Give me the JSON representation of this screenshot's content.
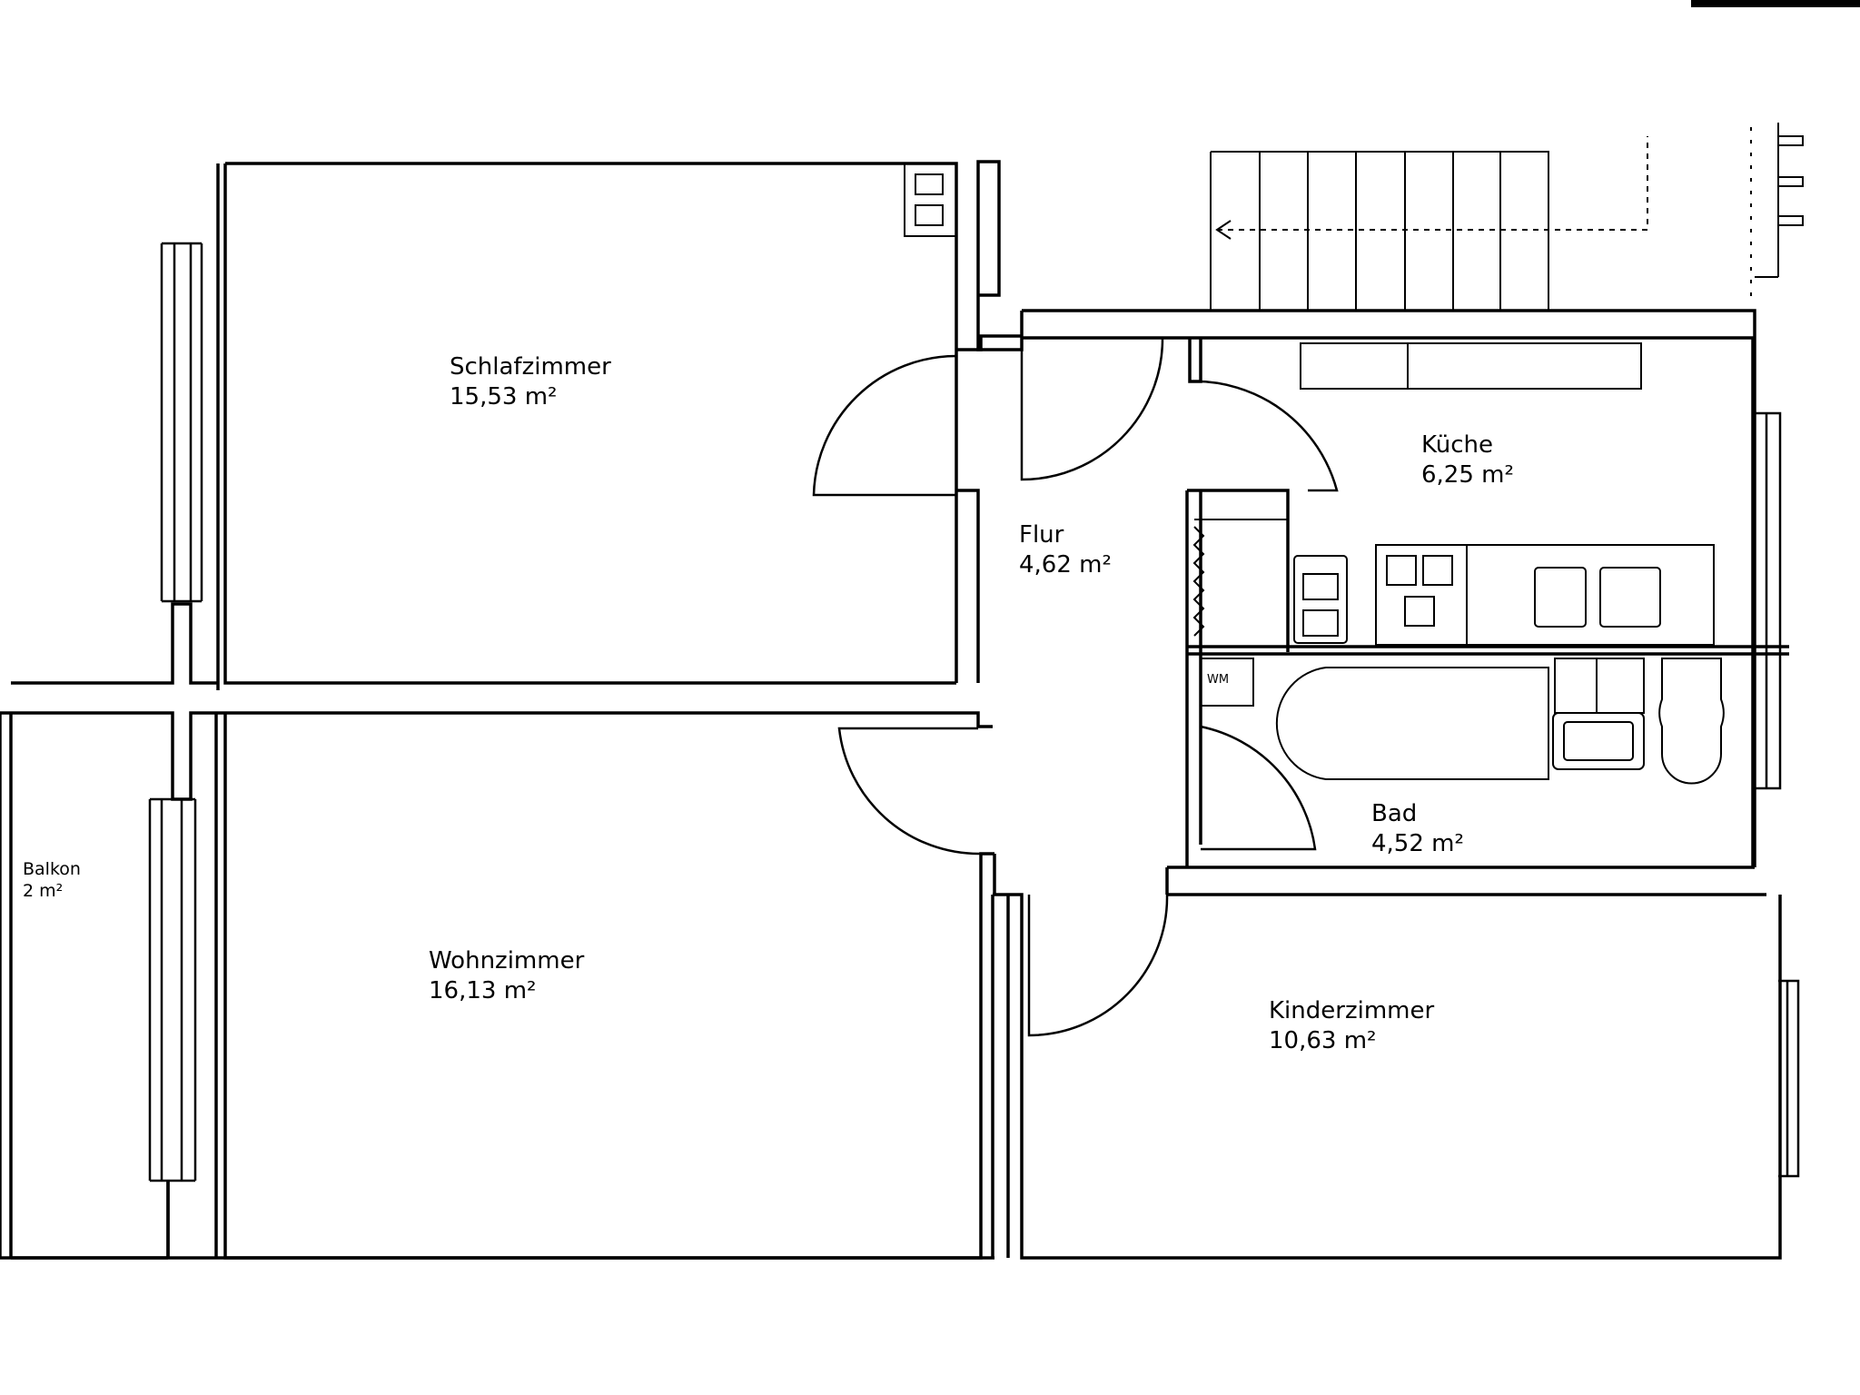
{
  "rooms": {
    "schlafzimmer": {
      "name": "Schlafzimmer",
      "area": "15,53 m²"
    },
    "flur": {
      "name": "Flur",
      "area": "4,62 m²"
    },
    "kueche": {
      "name": "Küche",
      "area": "6,25 m²"
    },
    "bad": {
      "name": "Bad",
      "area": "4,52 m²"
    },
    "wohnzimmer": {
      "name": "Wohnzimmer",
      "area": "16,13 m²"
    },
    "kinderzimmer": {
      "name": "Kinderzimmer",
      "area": "10,63 m²"
    },
    "balkon": {
      "name": "Balkon",
      "area": "2 m²"
    }
  },
  "fixtures": {
    "washing_machine": "WM"
  },
  "colors": {
    "ink": "#000000",
    "paper": "#ffffff"
  }
}
